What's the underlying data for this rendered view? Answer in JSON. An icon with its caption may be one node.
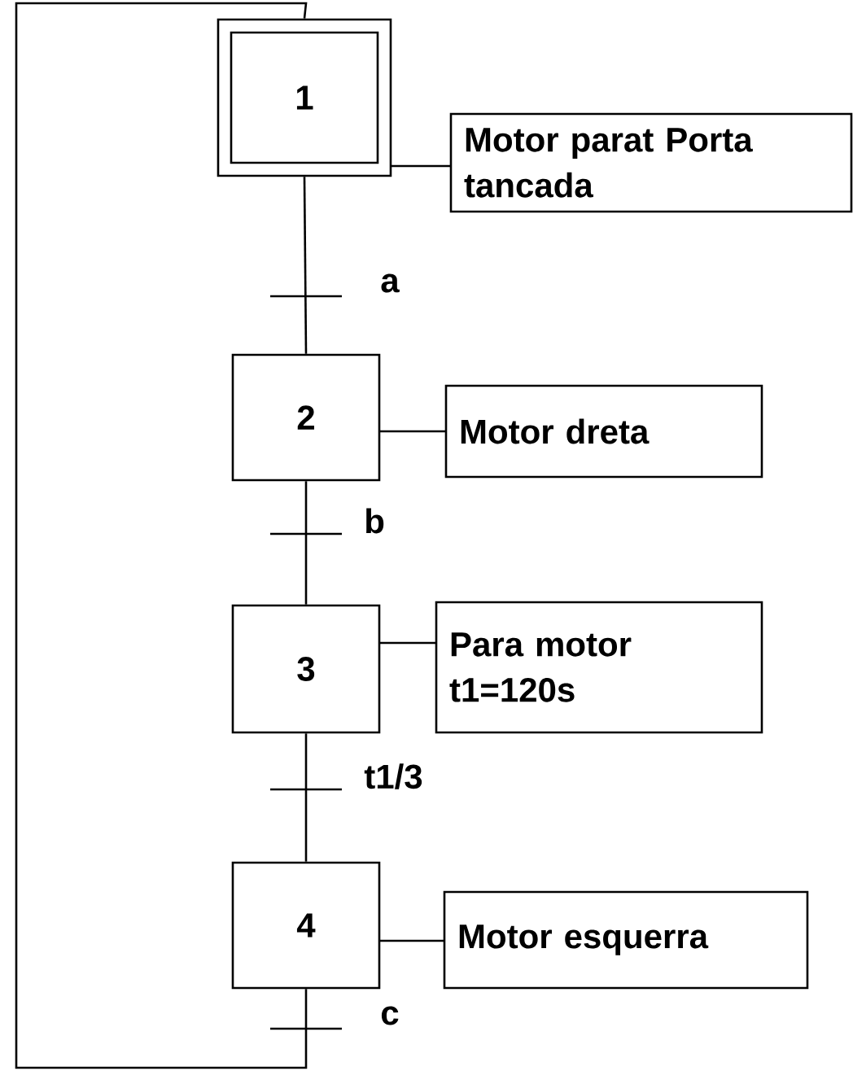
{
  "diagram": {
    "nodes": [
      {
        "text": [
          "1"
        ]
      },
      {
        "text": [
          "Motor parat Porta tancada"
        ]
      },
      {
        "text": [
          "2"
        ]
      },
      {
        "text": [
          "Motor dreta"
        ]
      },
      {
        "text": [
          "3"
        ]
      },
      {
        "text": [
          "Para motor t1=120s"
        ]
      },
      {
        "text": [
          "4"
        ]
      },
      {
        "text": [
          "Motor esquerra"
        ]
      }
    ],
    "edges": [
      {
        "from": 0,
        "to": 2,
        "arrow": "none",
        "label": "a"
      },
      {
        "from": 2,
        "to": 4,
        "arrow": "none",
        "label": "b"
      },
      {
        "from": 4,
        "to": 6,
        "arrow": "none",
        "label": "t1/3"
      },
      {
        "from": 6,
        "to": 0,
        "arrow": "none",
        "label": "c"
      },
      {
        "from": 0,
        "to": 1,
        "arrow": "none"
      },
      {
        "from": 2,
        "to": 3,
        "arrow": "none"
      },
      {
        "from": 4,
        "to": 5,
        "arrow": "none"
      },
      {
        "from": 6,
        "to": 7,
        "arrow": "none"
      }
    ]
  }
}
